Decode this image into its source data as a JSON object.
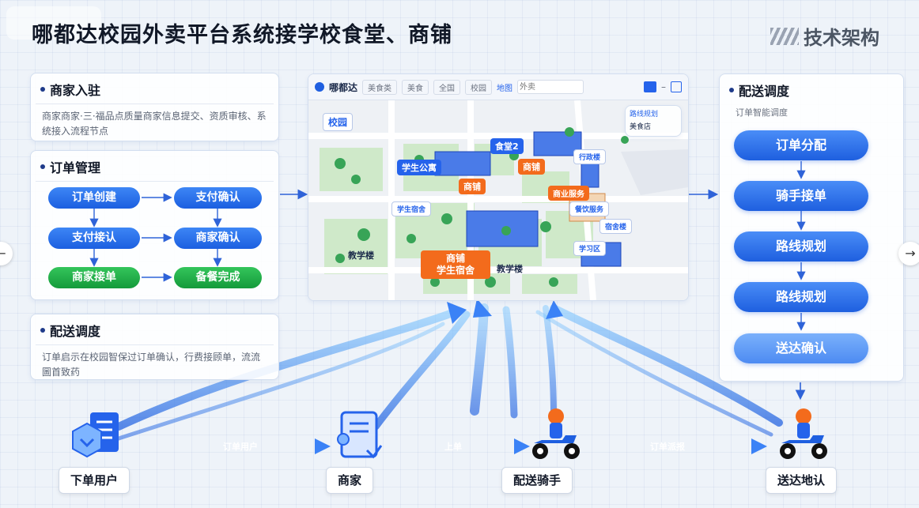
{
  "header": {
    "title": "哪都达校园外卖平台系统接学校食堂、商铺",
    "brand": "技术架构"
  },
  "left": {
    "onboard": {
      "title": "商家入驻",
      "desc": "商家商家·三·福品点质量商家信息提交、资质审核、系统接入流程节点"
    },
    "orders": {
      "title": "订单管理",
      "steps": [
        "订单创建",
        "支付确认",
        "支付接认",
        "商家确认",
        "商家接单",
        "备餐完成"
      ]
    },
    "dispatch": {
      "title": "配送调度",
      "desc": "订单启示在校园智保过订单确认，行费接顾单，流流圖首致药"
    }
  },
  "map": {
    "app_name": "哪都达",
    "filters": [
      "美食类",
      "美食",
      "全国",
      "校园"
    ],
    "search_placeholder": "外卖",
    "filter_box": "地图",
    "legend": [
      "路线规划",
      "美食店"
    ],
    "campus_label": "校园",
    "places": [
      "食堂2",
      "学生公寓",
      "商铺",
      "商铺",
      "学生宿舍",
      "商业服务",
      "餐饮服务",
      "行政楼",
      "宿舍楼",
      "学习区",
      "教学楼",
      "商铺",
      "学生宿舍",
      "教学楼"
    ]
  },
  "right": {
    "title": "配送调度",
    "subtitle": "订单智能调度",
    "steps": [
      "订单分配",
      "骑手接单",
      "路线规划",
      "路线规划",
      "送达确认"
    ]
  },
  "bottom": {
    "nodes": [
      "下单用户",
      "商家",
      "配送骑手",
      "送达地认"
    ],
    "flows": [
      "订单用户",
      "上单",
      "订单派报"
    ]
  },
  "colors": {
    "primary": "#2563eb",
    "accent": "#f36b1c",
    "green": "#16a34a"
  }
}
